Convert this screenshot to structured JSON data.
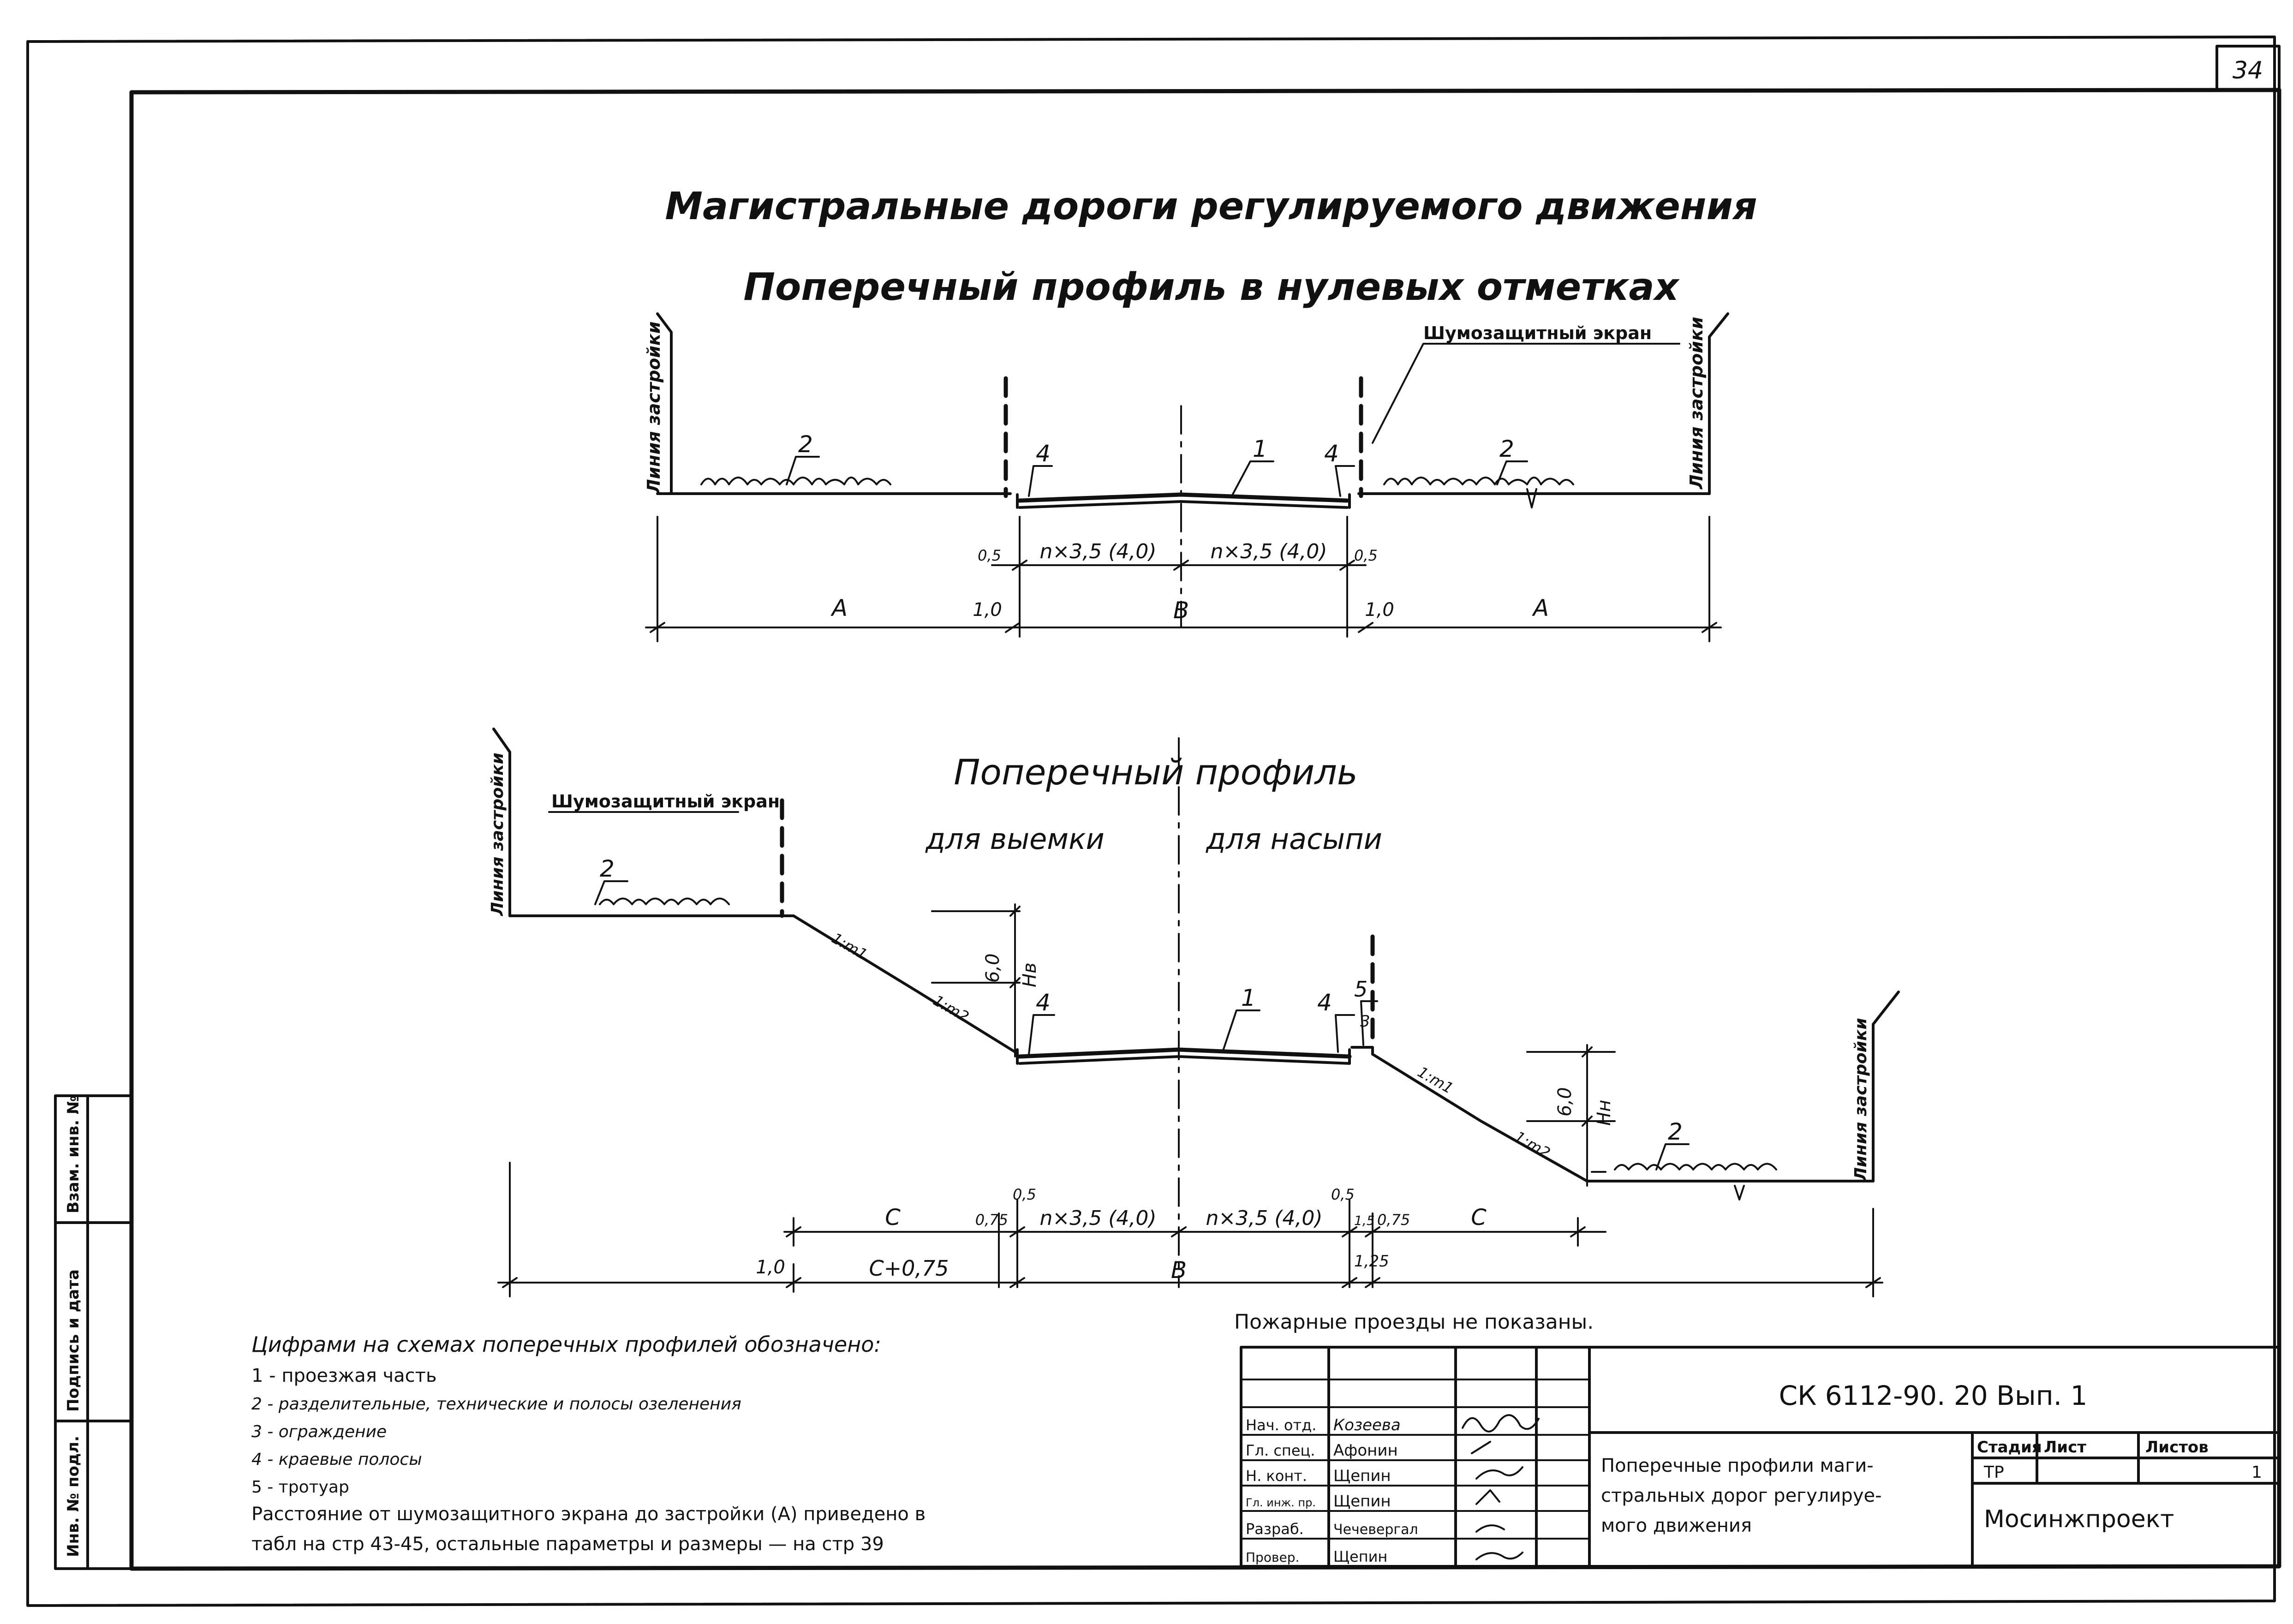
{
  "sheet": {
    "page_number": "34",
    "title_line1": "Магистральные дороги регулируемого движения",
    "title_line2": "Поперечный профиль в нулевых отметках"
  },
  "profile_top": {
    "building_line": "Линия застройки",
    "noise_screen": "Шумозащитный экран",
    "callouts": [
      "2",
      "4",
      "1",
      "4",
      "2"
    ],
    "dim_0_5_left": "0,5",
    "dim_lane_left": "n×3,5 (4,0)",
    "dim_lane_right": "n×3,5 (4,0)",
    "dim_0_5_right": "0,5",
    "dim_A_left": "А",
    "dim_1_0_left": "1,0",
    "dim_B": "В",
    "dim_1_0_right": "1,0",
    "dim_A_right": "А"
  },
  "profile_bottom": {
    "title": "Поперечный профиль",
    "sub_cut": "для выемки",
    "sub_fill": "для насыпи",
    "building_line": "Линия застройки",
    "noise_screen": "Шумозащитный экран",
    "slope_1_m1": "1:m1",
    "slope_1_m2": "1:m2",
    "dim_6_0": "6,0",
    "h_cut": "Нв",
    "h_fill": "Нн",
    "callouts_cut": [
      "2",
      "4",
      "1",
      "4",
      "5",
      "3"
    ],
    "callout_fill_2": "2",
    "dim_C_left": "С",
    "dim_0_75_left": "0,75",
    "dim_0_5_left": "0,5",
    "dim_lane_left": "n×3,5 (4,0)",
    "dim_lane_right": "n×3,5 (4,0)",
    "dim_0_5_right": "0,5",
    "dim_1_5": "1,5",
    "dim_0_75_right": "0,75",
    "dim_C_right": "С",
    "dim_1_0": "1,0",
    "dim_C_plus": "С+0,75",
    "dim_B": "В",
    "dim_1_25": "1,25"
  },
  "notes": {
    "fire_note": "Пожарные проезды не показаны.",
    "legend_title": "Цифрами на схемах поперечных профилей обозначено:",
    "legend": [
      "1 - проезжая часть",
      "2 - разделительные, технические и полосы озеленения",
      "3 - ограждение",
      "4 - краевые полосы",
      "5 - тротуар"
    ],
    "distance_line1": "Расстояние от шумозащитного экрана до застройки (А) приведено в",
    "distance_line2": "табл на стр 43-45, остальные параметры и размеры — на стр 39"
  },
  "left_strip": [
    "Инв. № подл.",
    "Подпись и дата",
    "Взам. инв. №"
  ],
  "title_block": {
    "code": "СК 6112-90. 20 Вып. 1",
    "roles": [
      "Нач. отд.",
      "Гл. спец.",
      "Н. конт.",
      "Гл. инж. пр.",
      "Разраб.",
      "Провер."
    ],
    "names": [
      "Козеева",
      "Афонин",
      "Щепин",
      "Щепин",
      "Чечевергал",
      "Щепин"
    ],
    "drawing_title_1": "Поперечные профили маги-",
    "drawing_title_2": "стральных дорог регулируе-",
    "drawing_title_3": "мого движения",
    "stage_label": "Стадия",
    "sheet_label": "Лист",
    "sheets_label": "Листов",
    "stage_value": "ТР",
    "sheets_value": "1",
    "org": "Мосинжпроект"
  }
}
